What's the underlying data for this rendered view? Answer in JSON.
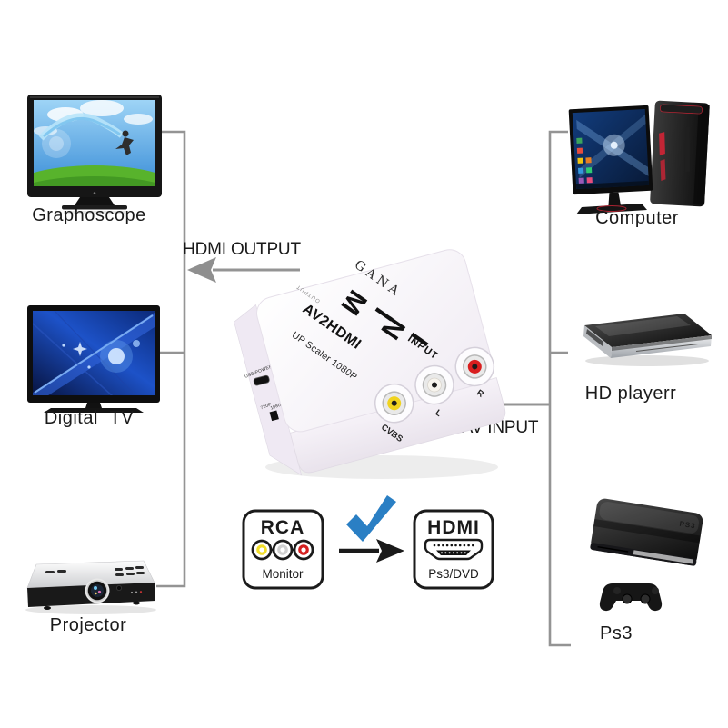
{
  "diagram": {
    "output_devices": [
      {
        "label": "Graphoscope"
      },
      {
        "label": "Digital TV"
      },
      {
        "label": "Projector"
      }
    ],
    "input_devices": [
      {
        "label": "Computer"
      },
      {
        "label": "HD playerr"
      },
      {
        "label": "Ps3"
      }
    ],
    "arrows": {
      "hdmi_output": "HDMI OUTPUT",
      "av_input": "AV INPUT"
    },
    "converter": {
      "brand": "GANA",
      "model": "MINI",
      "name": "AV2HDMI",
      "subtitle": "UP Scaler 1080P",
      "input_label": "INPUT",
      "output_label": "OUTPUT",
      "jacks": [
        "CVBS",
        "L",
        "R"
      ],
      "side": {
        "power": "USB/POWER",
        "res_720": "720P",
        "res_1080": "1080P"
      }
    },
    "rca_card": {
      "title": "RCA",
      "subtitle": "Monitor"
    },
    "hdmi_card": {
      "title": "HDMI",
      "subtitle": "Ps3/DVD"
    },
    "colors": {
      "line": "#949494",
      "check": "#2a7fc4",
      "rca_yellow": "#f2de2a",
      "rca_white": "#d0d0d0",
      "rca_red": "#d42020",
      "jack_yellow": "#f0d31f",
      "jack_white": "#f7f4ee",
      "jack_red": "#d91f1f",
      "card_border": "#1b1b1b"
    }
  }
}
